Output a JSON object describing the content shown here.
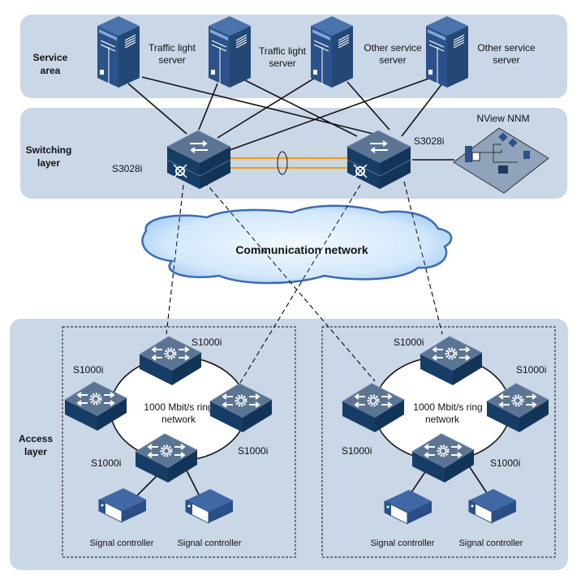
{
  "zones": {
    "service": {
      "label_line1": "Service",
      "label_line2": "area"
    },
    "switching": {
      "label_line1": "Switching",
      "label_line2": "layer"
    },
    "access": {
      "label_line1": "Access",
      "label_line2": "layer"
    }
  },
  "servers": [
    {
      "line1": "Traffic light",
      "line2": "server"
    },
    {
      "line1": "Traffic light",
      "line2": "server"
    },
    {
      "line1": "Other service",
      "line2": "server"
    },
    {
      "line1": "Other service",
      "line2": "server"
    }
  ],
  "core_switches": [
    {
      "label": "S3028i"
    },
    {
      "label": "S3028i"
    }
  ],
  "nms": {
    "label": "NView NNM"
  },
  "cloud": {
    "label": "Communication network"
  },
  "rings": [
    {
      "label_line1": "1000 Mbit/s ring",
      "label_line2": "network",
      "switch_labels": [
        "S1000i",
        "S1000i",
        "S1000i",
        "S1000i"
      ],
      "controllers": [
        "Signal controller",
        "Signal controller"
      ]
    },
    {
      "label_line1": "1000 Mbit/s ring",
      "label_line2": "network",
      "switch_labels": [
        "S1000i",
        "S1000i",
        "S1000i",
        "S1000i"
      ],
      "controllers": [
        "Signal controller",
        "Signal controller"
      ]
    }
  ],
  "colors": {
    "zone_bg": "#cad7e6",
    "device_top": "#5b7494",
    "device_side": "#163d66",
    "server_front": "#2f5a91",
    "aggregation_link": "#f0a020",
    "cloud_fill": "#c8e2f8",
    "cloud_stroke": "#3a6cb0"
  }
}
